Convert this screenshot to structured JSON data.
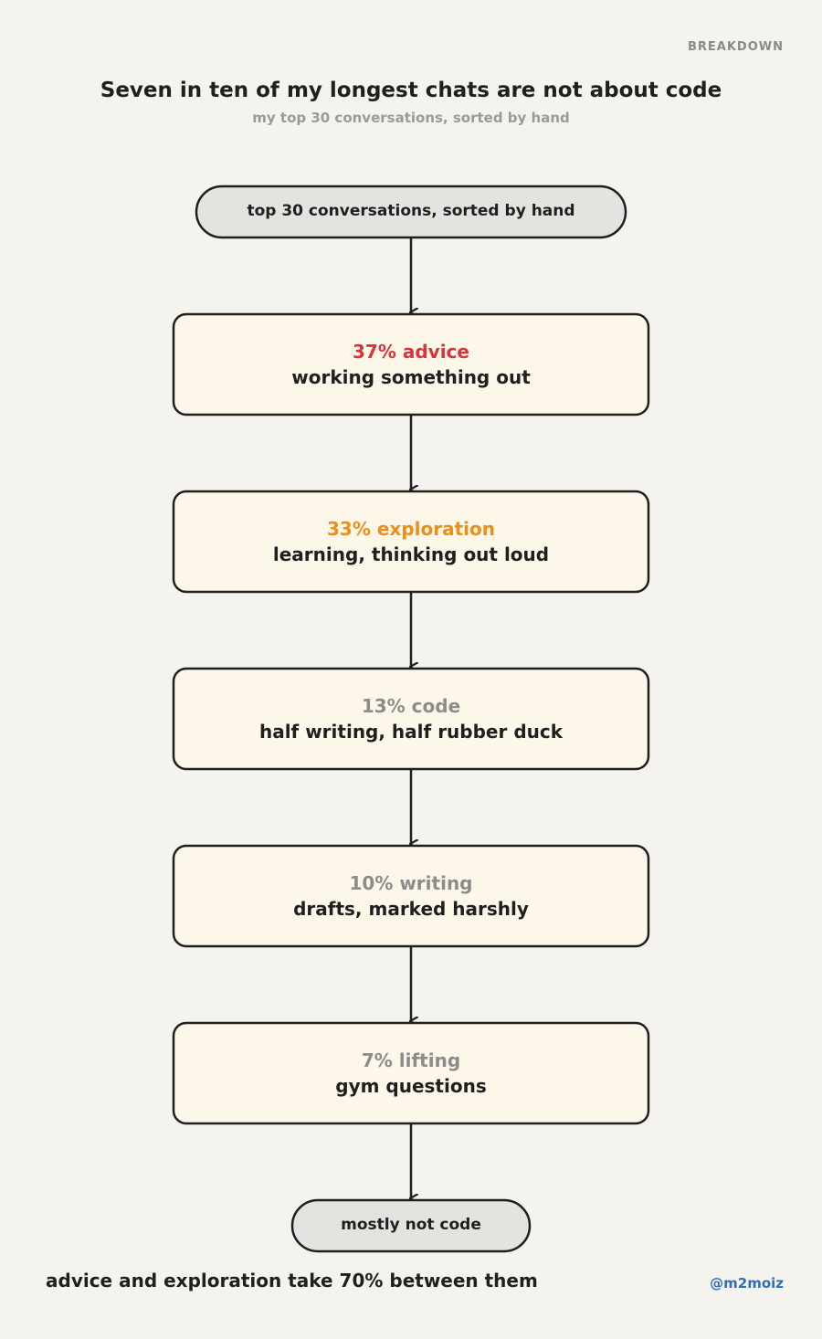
{
  "tag": "BREAKDOWN",
  "title": "Seven in ten of my longest chats are not about code",
  "subtitle": "my top 30 conversations, sorted by hand",
  "start": {
    "label": "top 30 conversations, sorted by hand"
  },
  "steps": [
    {
      "head": "37% advice",
      "desc": "working something out",
      "color": "#d9343a"
    },
    {
      "head": "33% exploration",
      "desc": "learning, thinking out loud",
      "color": "#e8901a"
    },
    {
      "head": "13% code",
      "desc": "half writing, half rubber duck",
      "color": "#8c8c8c"
    },
    {
      "head": "10% writing",
      "desc": "drafts, marked harshly",
      "color": "#8c8c8c"
    },
    {
      "head": "7% lifting",
      "desc": "gym questions",
      "color": "#8c8c8c"
    }
  ],
  "end": {
    "label": "mostly not code"
  },
  "footer": {
    "note": "advice and exploration take 70% between them",
    "handle": "@m2moiz"
  },
  "colors": {
    "background": "#f5f3ee",
    "box_fill": "#fdf7e9",
    "terminal_fill": "#e3e3e0",
    "stroke": "#1f1f1f",
    "handle": "#2f6fb3"
  }
}
